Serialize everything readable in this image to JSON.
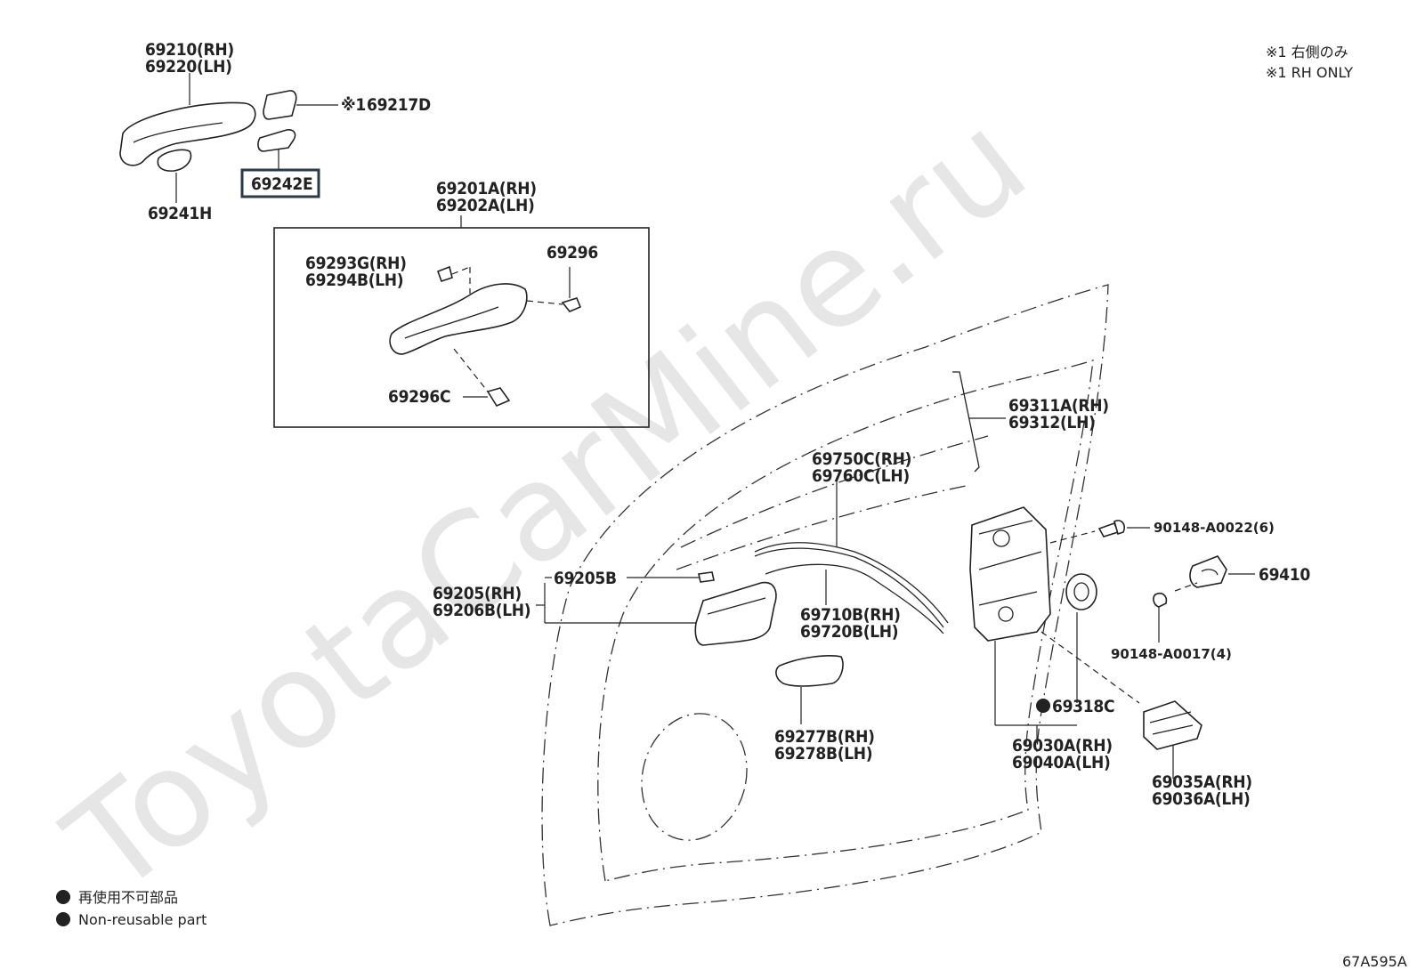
{
  "watermark": "ToyotaCarMine.ru",
  "notes": {
    "rh_only_jp": "※1 右側のみ",
    "rh_only_en": "※1 RH ONLY",
    "nonreusable_jp": "再使用不可部品",
    "nonreusable_en": "Non-reusable part",
    "diagram_code": "67A595A"
  },
  "parts": {
    "p69210": "69210(RH)",
    "p69220": "69220(LH)",
    "p69217D": "69217D",
    "p69217D_mark": "※1",
    "p69242E": "69242E",
    "p69241H": "69241H",
    "p69201A": "69201A(RH)",
    "p69202A": "69202A(LH)",
    "p69293G": "69293G(RH)",
    "p69294B": "69294B(LH)",
    "p69296": "69296",
    "p69296C": "69296C",
    "p69311A": "69311A(RH)",
    "p69312": "69312(LH)",
    "p69750C": "69750C(RH)",
    "p69760C": "69760C(LH)",
    "p90148_22": "90148-A0022(6)",
    "p69410": "69410",
    "p90148_17": "90148-A0017(4)",
    "p69205B": "69205B",
    "p69205": "69205(RH)",
    "p69206B": "69206B(LH)",
    "p69710B": "69710B(RH)",
    "p69720B": "69720B(LH)",
    "p69318C": "69318C",
    "p69277B": "69277B(RH)",
    "p69278B": "69278B(LH)",
    "p69030A": "69030A(RH)",
    "p69040A": "69040A(LH)",
    "p69035A": "69035A(RH)",
    "p69036A": "69036A(LH)"
  },
  "highlighted_part": "69242E",
  "colors": {
    "line": "#222222",
    "highlight": "#2b3a44",
    "watermark": "#e6e6e6"
  }
}
